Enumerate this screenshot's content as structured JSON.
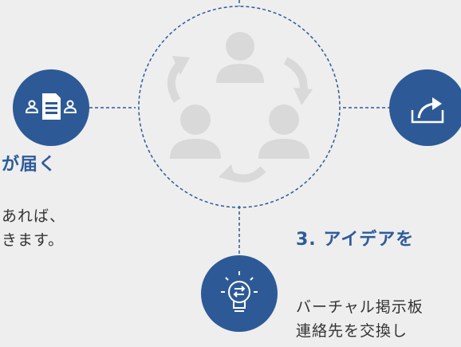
{
  "colors": {
    "background": "#eeeeee",
    "node_fill": "#2d5a96",
    "connector": "#2d5a96",
    "center_icons": "#d9d9d9",
    "heading": "#2e5b9a",
    "body_text": "#333333"
  },
  "left_panel": {
    "heading_tail": "が届く",
    "line1": "あれば、",
    "line2": "きます。"
  },
  "right_panel": {
    "heading": "3. アイデアを",
    "line1": "バーチャル掲示板",
    "line2": "連絡先を交換し"
  },
  "icons": {
    "left_node": "profile-document-icon",
    "right_node": "share-export-icon",
    "bottom_node": "lightbulb-exchange-icon",
    "center_people": "user-icon",
    "center_arrows": "curved-arrow-icon"
  }
}
